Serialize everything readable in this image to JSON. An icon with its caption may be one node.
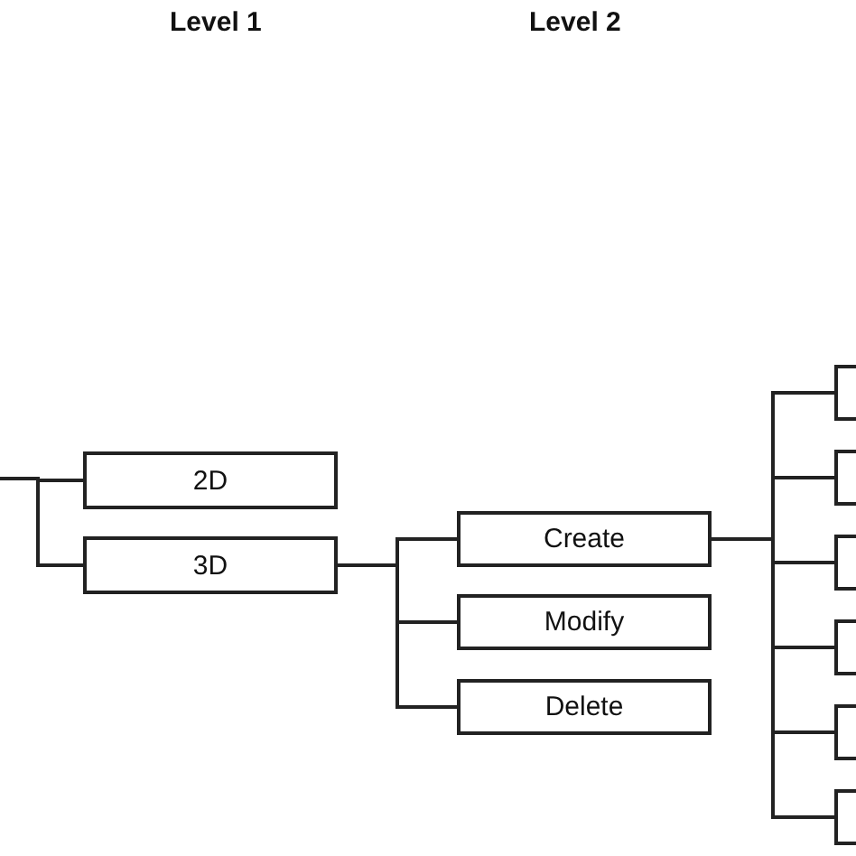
{
  "diagram": {
    "nodes": [
      {
        "text": [
          "2D"
        ]
      },
      {
        "text": [
          "3D"
        ]
      },
      {
        "text": [
          "Create"
        ]
      },
      {
        "text": [
          "Modify"
        ]
      },
      {
        "text": [
          "Delete"
        ]
      },
      {
        "text": [],
        "shape": "box"
      },
      {
        "text": [],
        "shape": "box"
      },
      {
        "text": [],
        "shape": "box"
      },
      {
        "text": [],
        "shape": "box"
      },
      {
        "text": [],
        "shape": "box"
      },
      {
        "text": [],
        "shape": "box"
      }
    ],
    "edges": [
      {
        "from": null,
        "to": 0,
        "arrow": "none"
      },
      {
        "from": null,
        "to": 1,
        "arrow": "none"
      },
      {
        "from": 1,
        "to": 2,
        "arrow": "none"
      },
      {
        "from": 1,
        "to": 3,
        "arrow": "none"
      },
      {
        "from": 1,
        "to": 4,
        "arrow": "none"
      },
      {
        "from": 2,
        "to": 5,
        "arrow": "none"
      },
      {
        "from": 2,
        "to": 6,
        "arrow": "none"
      },
      {
        "from": 2,
        "to": 7,
        "arrow": "none"
      },
      {
        "from": 2,
        "to": 8,
        "arrow": "none"
      },
      {
        "from": 2,
        "to": 9,
        "arrow": "none"
      },
      {
        "from": 2,
        "to": 10,
        "arrow": "none"
      }
    ],
    "labels": [
      "Level 1",
      "Level 2"
    ]
  }
}
